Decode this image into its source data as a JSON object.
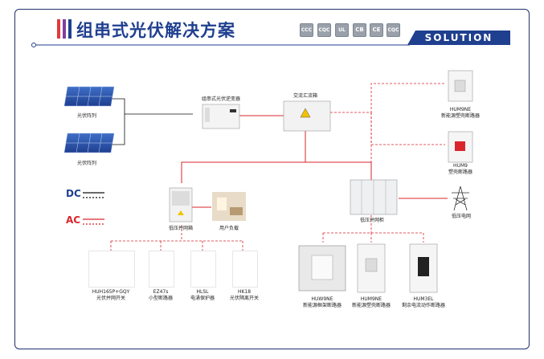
{
  "header": {
    "title": "组串式光伏解决方案",
    "bar_colors": [
      "#e03a3a",
      "#7f3f9f",
      "#1f3f8f"
    ],
    "banner": "SOLUTION",
    "certifications": [
      "CCC",
      "CQC",
      "UL",
      "CB",
      "CE",
      "CQC"
    ]
  },
  "legend": {
    "dc": {
      "label": "DC",
      "color": "#111111",
      "style": "solid+dashed"
    },
    "ac": {
      "label": "AC",
      "color": "#d9262c",
      "style": "solid+dashed"
    }
  },
  "nodes": {
    "pv_array_1": "光伏阵列",
    "pv_array_2": "光伏阵列",
    "inverter": "组串式光伏逆变器",
    "ac_combiner": "交流汇流箱",
    "hum9ne_top": {
      "model": "HUM9NE",
      "name": "新能源塑壳断路器"
    },
    "hum9": {
      "model": "HUM9",
      "name": "塑壳断路器"
    },
    "grid_box": "低压并网箱",
    "user_load": "用户负载",
    "lv_cabinet": "低压并网柜",
    "lv_grid": "低压电网",
    "bottom_left": [
      {
        "model": "HUH165P+GQY",
        "name": "光伏并网开关"
      },
      {
        "model": "EZ47s",
        "name": "小型断路器"
      },
      {
        "model": "HLSL",
        "name": "电涌保护器"
      },
      {
        "model": "HK18",
        "name": "光伏隔离开关"
      }
    ],
    "bottom_right": [
      {
        "model": "HUW9NE",
        "name": "新能源框架断路器"
      },
      {
        "model": "HUM9NE",
        "name": "新能源塑壳断路器"
      },
      {
        "model": "HUM3EL",
        "name": "剩余电流动作断路器"
      }
    ]
  },
  "colors": {
    "primary": "#1f3f8f",
    "ac_red": "#d9262c",
    "dc_black": "#111111"
  }
}
